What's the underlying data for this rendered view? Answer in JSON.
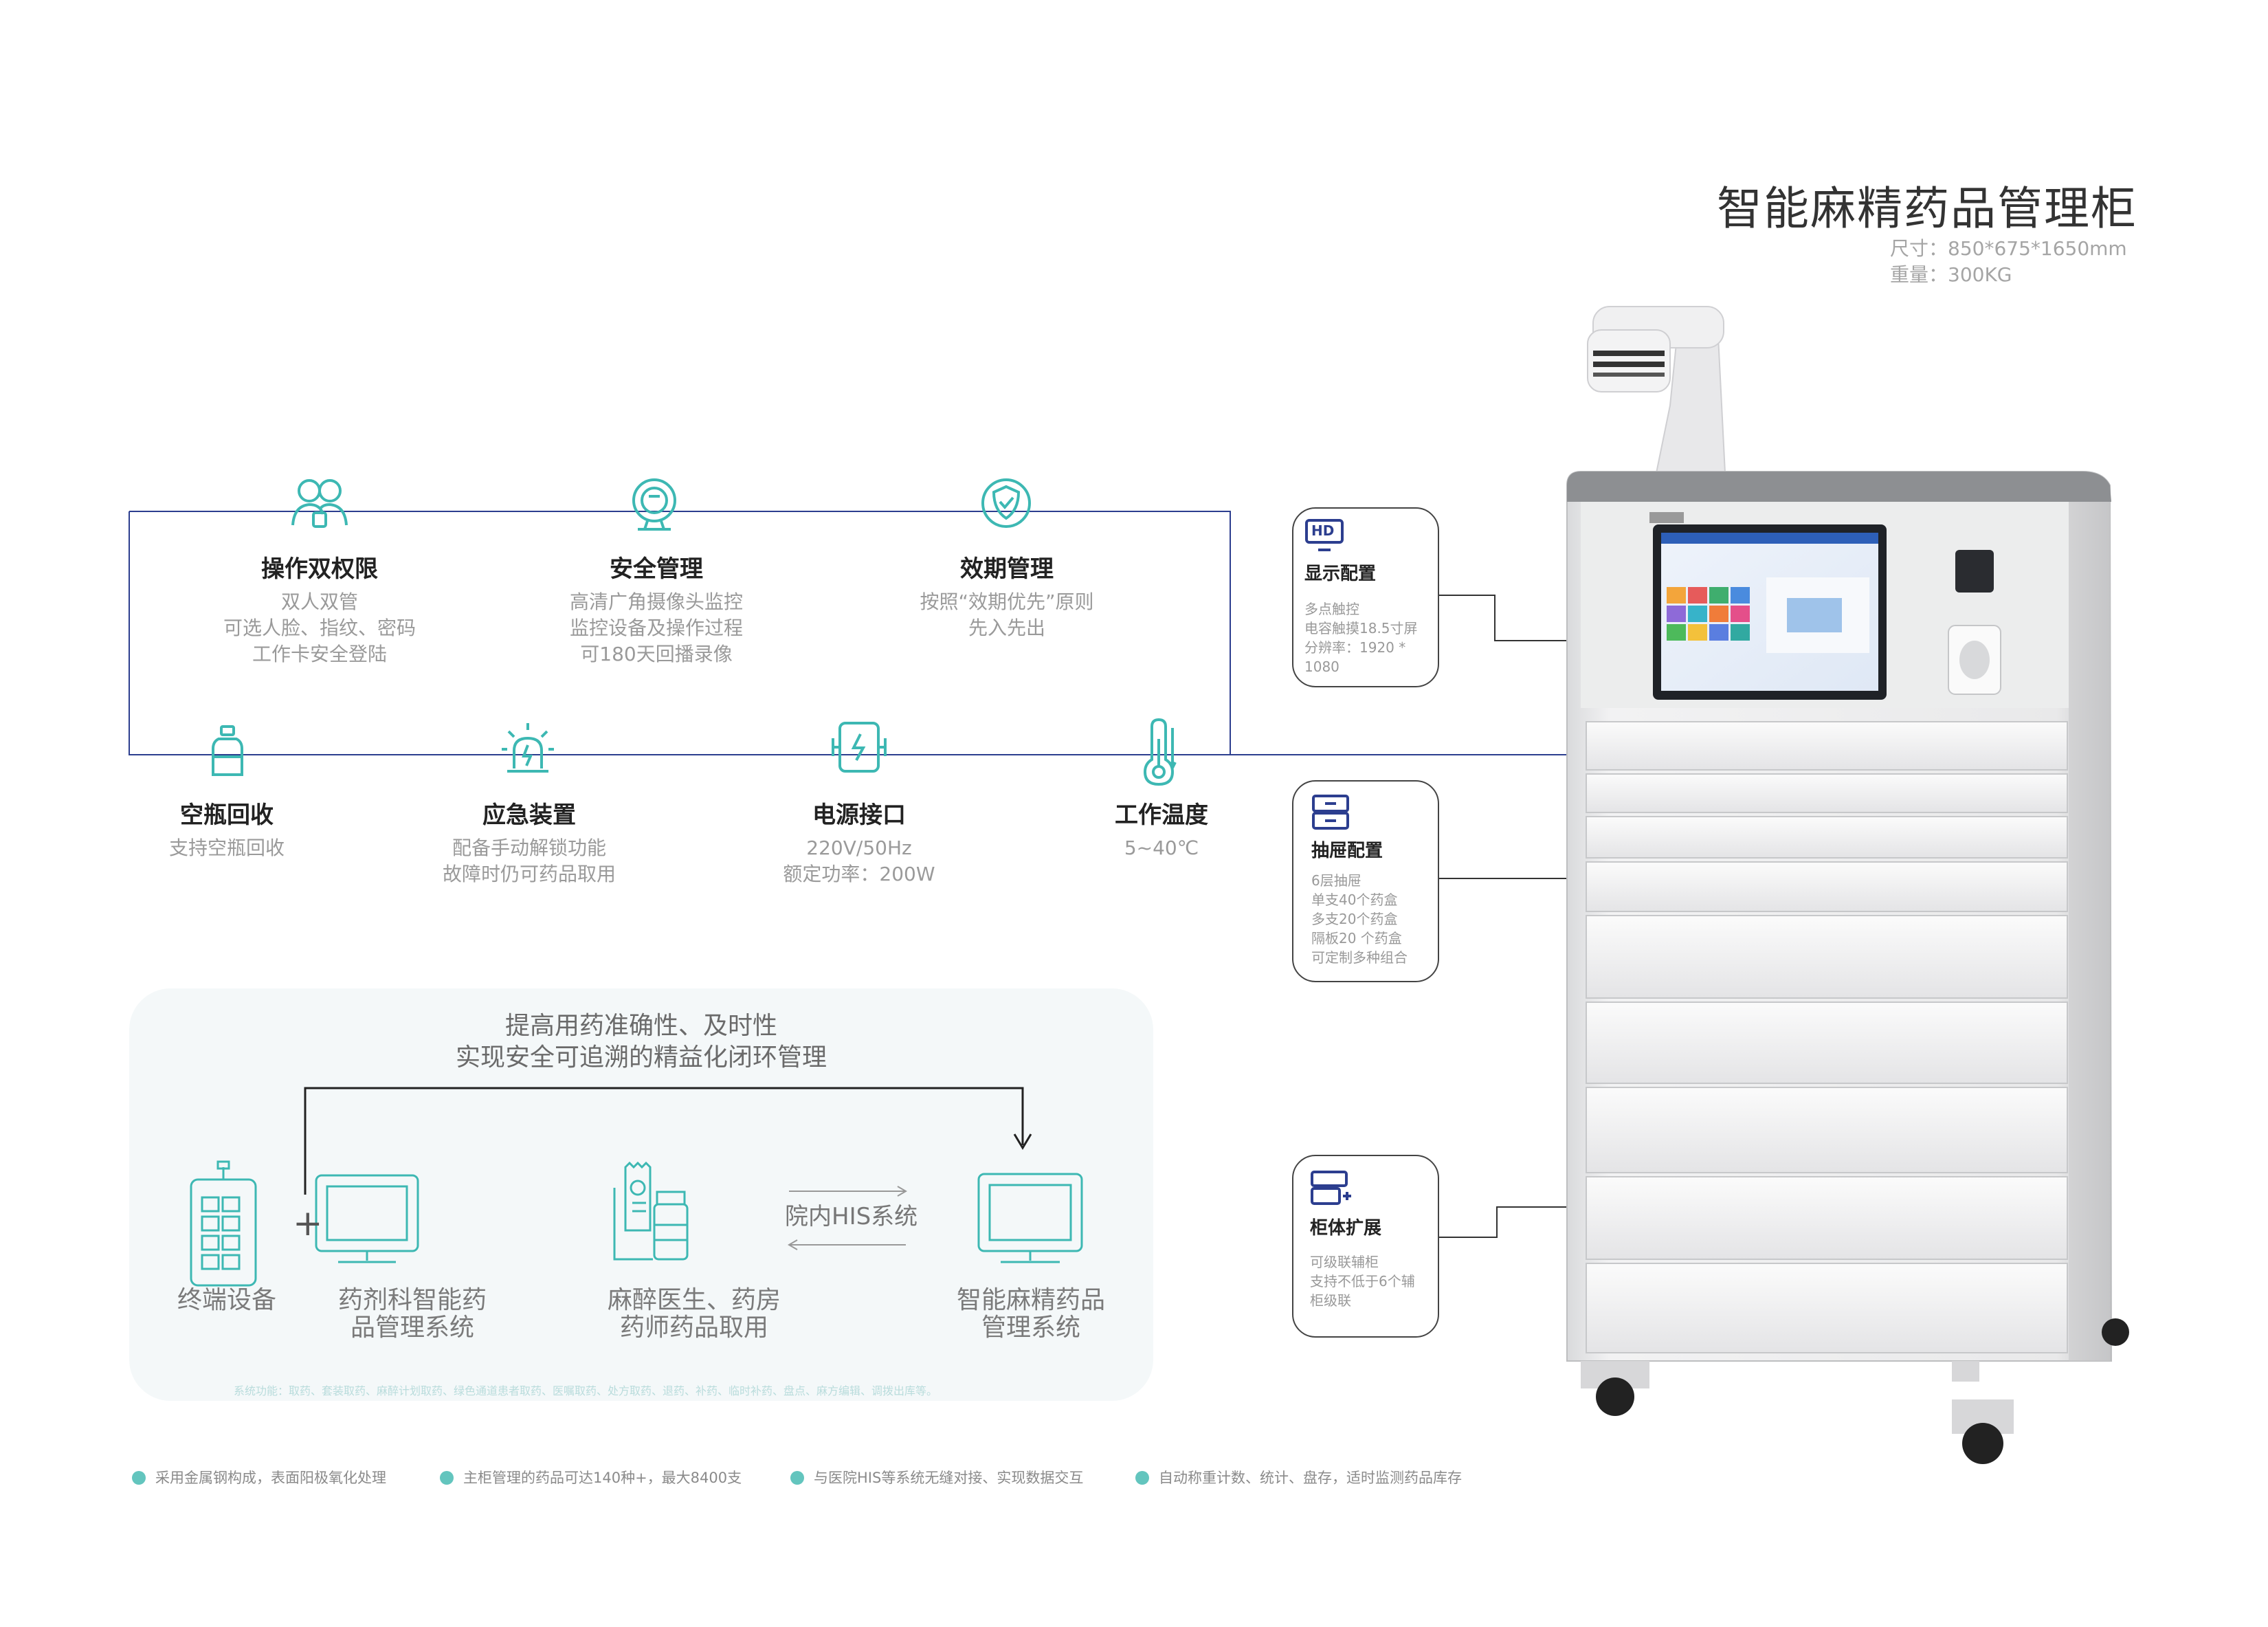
{
  "product": {
    "title": "智能麻精药品管理柜",
    "size": "尺寸：850*675*1650mm",
    "weight": "重量：300KG"
  },
  "features": [
    {
      "title": "操作双权限",
      "lines": [
        "双人双管",
        "可选人脸、指纹、密码",
        "工作卡安全登陆"
      ],
      "icon": "users-icon"
    },
    {
      "title": "安全管理",
      "lines": [
        "高清广角摄像头监控",
        "监控设备及操作过程",
        "可180天回播录像"
      ],
      "icon": "camera-icon"
    },
    {
      "title": "效期管理",
      "lines": [
        "按照“效期优先”原则",
        "先入先出"
      ],
      "icon": "shield-check-icon"
    },
    {
      "title": "空瓶回收",
      "lines": [
        "支持空瓶回收"
      ],
      "icon": "bottle-icon"
    },
    {
      "title": "应急装置",
      "lines": [
        "配备手动解锁功能",
        "故障时仍可药品取用"
      ],
      "icon": "alarm-light-icon"
    },
    {
      "title": "电源接口",
      "lines": [
        "220V/50Hz",
        "额定功率：200W"
      ],
      "icon": "power-socket-icon"
    },
    {
      "title": "工作温度",
      "lines": [
        "5~40℃"
      ],
      "icon": "thermometer-icon"
    }
  ],
  "callouts": [
    {
      "badge": "HD",
      "title": "显示配置",
      "lines": [
        "多点触控",
        "电容触摸18.5寸屏",
        "分辨率：1920 *",
        "1080"
      ]
    },
    {
      "title": "抽屉配置",
      "lines": [
        "6层抽屉",
        "单支40个药盒",
        "多支20个药盒",
        "隔板20 个药盒",
        "可定制多种组合"
      ]
    },
    {
      "title": "柜体扩展",
      "lines": [
        "可级联辅柜",
        "支持不低于6个辅",
        "柜级联"
      ]
    }
  ],
  "process": {
    "headline1": "提高用药准确性、及时性",
    "headline2": "实现安全可追溯的精益化闭环管理",
    "plus": "+",
    "his_label": "院内HIS系统",
    "items": [
      {
        "lines": [
          "终端设备"
        ]
      },
      {
        "lines": [
          "药剂科智能药",
          "品管理系统"
        ]
      },
      {
        "lines": [
          "麻醉医生、药房",
          "药师药品取用"
        ]
      },
      {
        "lines": [
          "智能麻精药品",
          "管理系统"
        ]
      }
    ],
    "footer": "系统功能：取药、套装取药、麻醉计划取药、绿色通道患者取药、医嘱取药、处方取药、退药、补药、临时补药、盘点、麻方编辑、调拨出库等。"
  },
  "bullets": [
    "采用金属钢构成，表面阳极氧化处理",
    "主柜管理的药品可达140种+，最大8400支",
    "与医院HIS等系统无缝对接、实现数据交互",
    "自动称重计数、统计、盘存，适时监测药品库存"
  ],
  "colors": {
    "accent": "#3db8b3",
    "line": "#2c3e8f",
    "panel": "#f4f8f9"
  }
}
